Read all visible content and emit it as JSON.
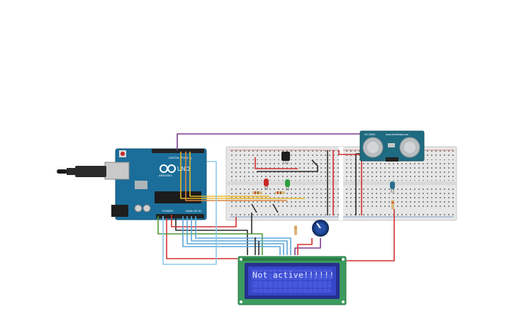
{
  "arduino": {
    "logo": "UNO",
    "brand": "ARDUINO",
    "header_labels": [
      "DIGITAL (PWM ~)",
      "POWER",
      "ANALOG IN"
    ]
  },
  "lcd": {
    "text": "Not active!!!!!!"
  },
  "sensor": {
    "left_label": "HC-SR04",
    "right_label": "www.elecfreaks.com"
  },
  "colors": {
    "board": "#1b6e9a",
    "breadboard": "#e6e6e6",
    "lcd_pcb": "#3b9a5d",
    "lcd_screen": "#3747c9",
    "wire_red": "#d32f2f",
    "wire_black": "#2a2a2a",
    "wire_purple": "#7b3c8e",
    "wire_yellow": "#e8b729",
    "wire_orange": "#e2833a",
    "wire_blue": "#5aa7d8",
    "wire_green": "#4e9a3a",
    "led_red": "#c62828",
    "led_green": "#2e9e3e",
    "led_blue": "#2a6f8f"
  },
  "icons": [
    "usb-cable-icon",
    "potentiometer-icon",
    "ultrasonic-sensor-icon",
    "led-icon",
    "resistor-icon",
    "pushbutton-icon",
    "temperature-sensor-icon"
  ]
}
